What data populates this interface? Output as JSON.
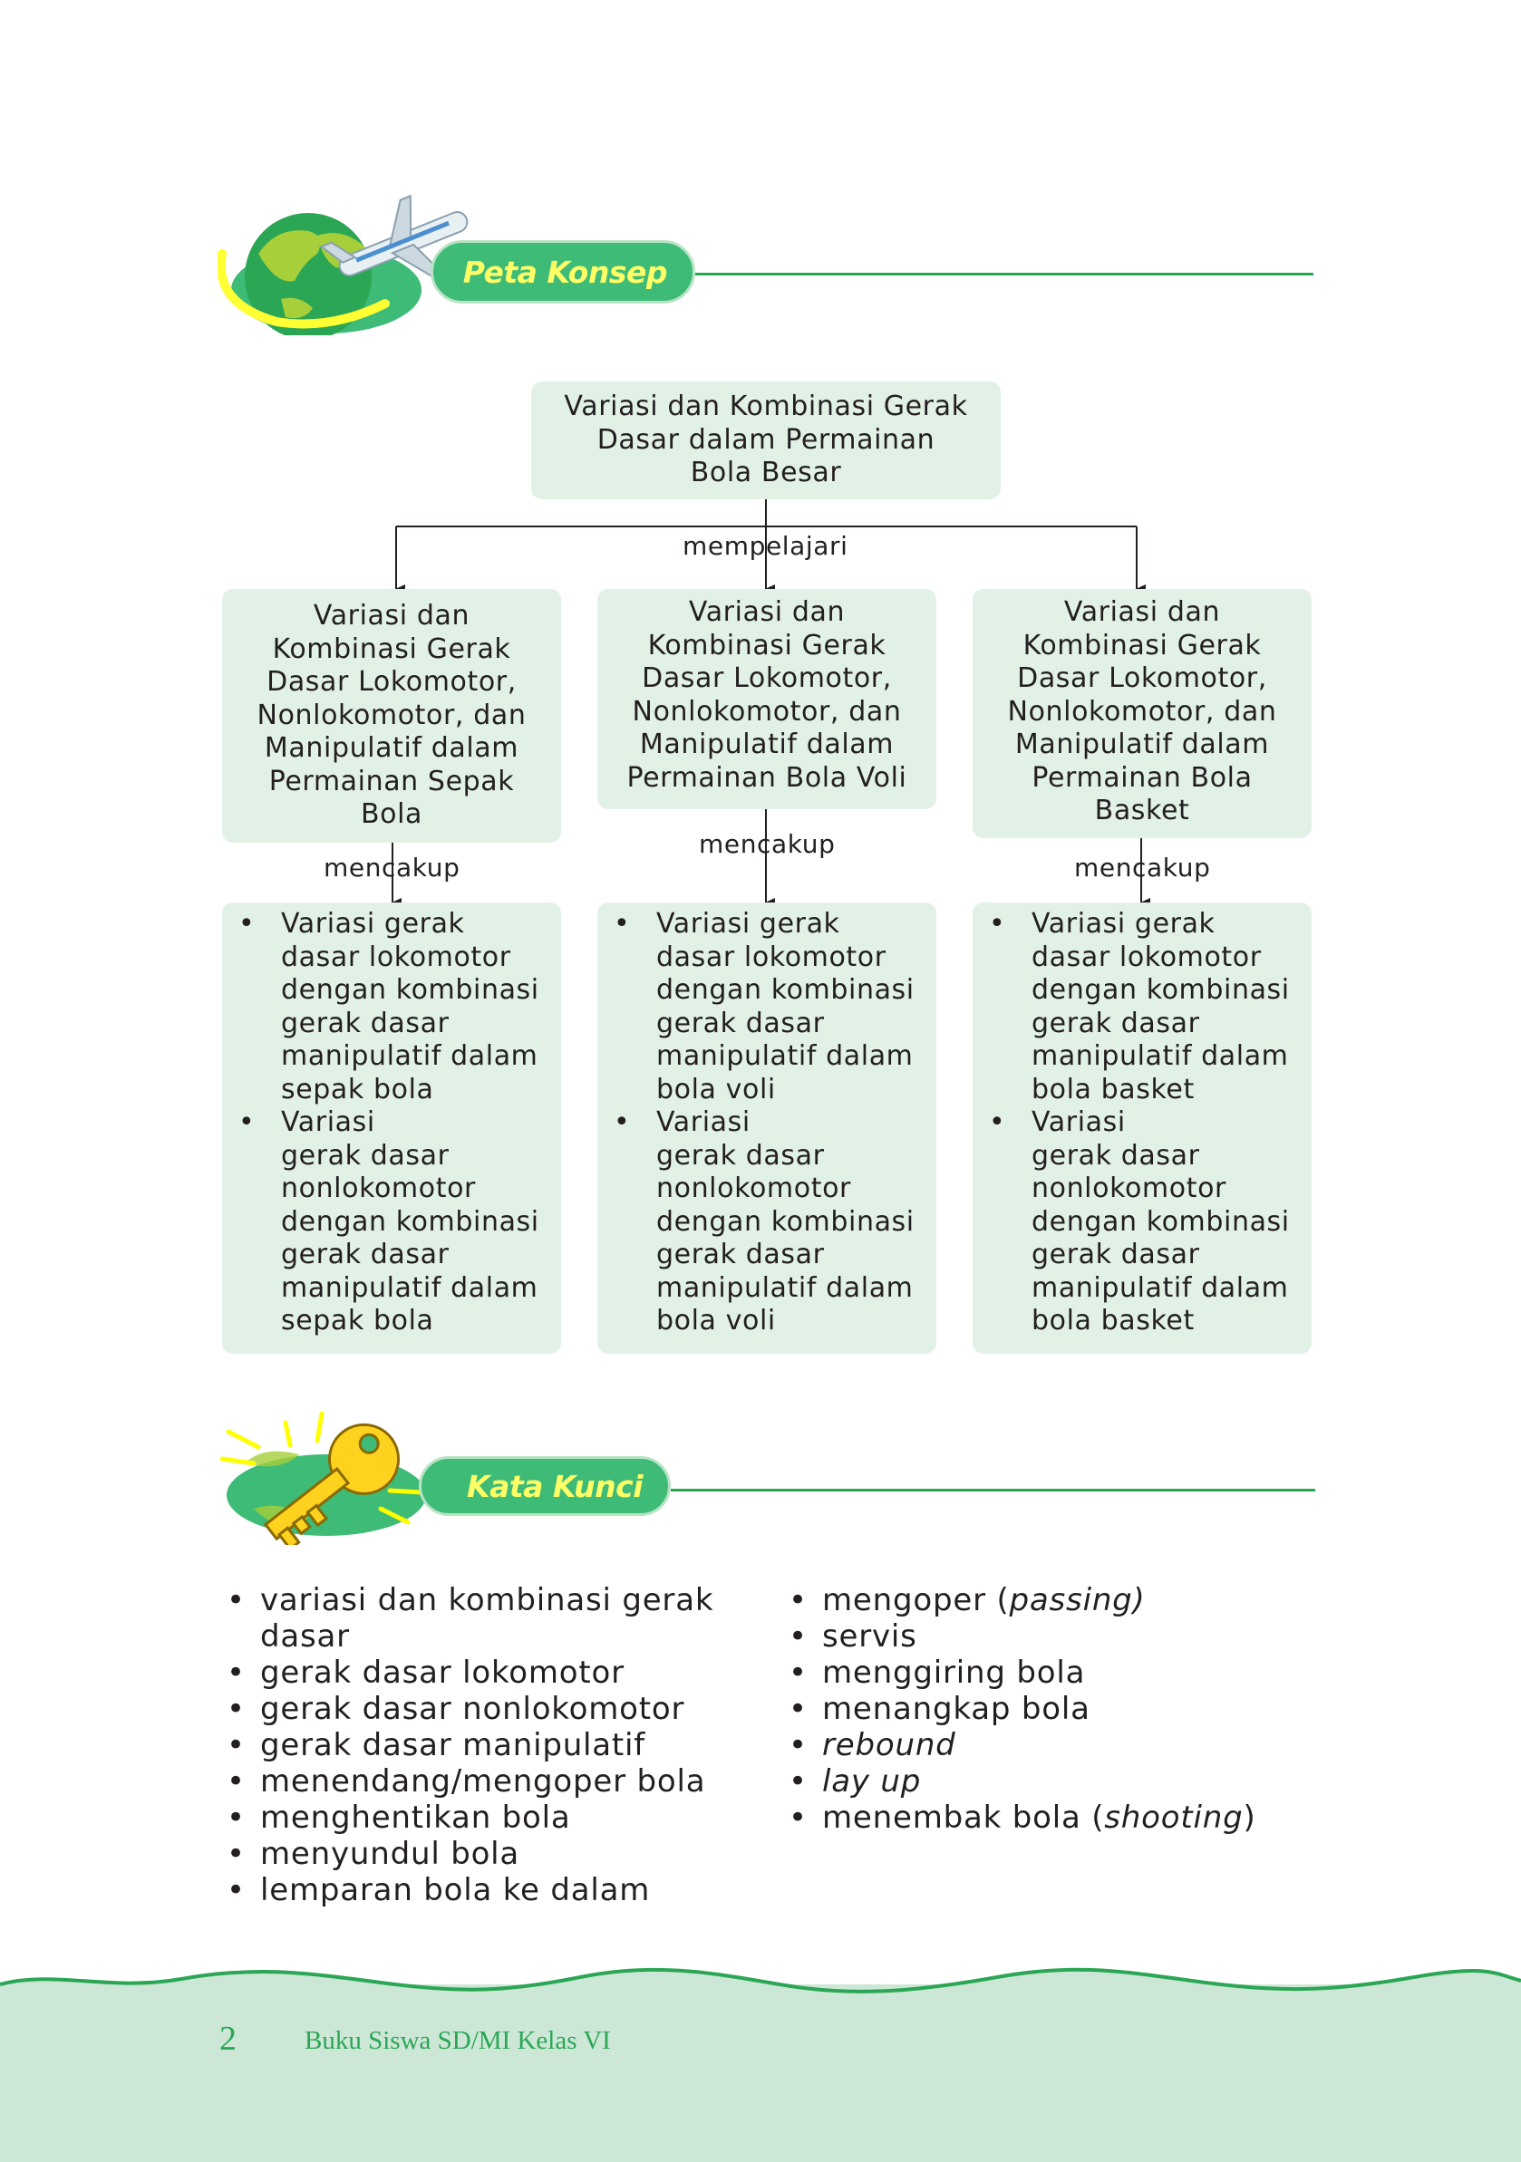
{
  "colors": {
    "accent_green": "#3dbb77",
    "rule_green": "#2aa655",
    "box_fill": "#e2f1e6",
    "banner_text": "#ffff66",
    "footer_fill": "#cde7d6"
  },
  "peta_konsep": {
    "heading": "Peta Konsep",
    "icon": "globe-airplane-icon",
    "root": {
      "lines": [
        "Variasi dan Kombinasi Gerak",
        "Dasar dalam Permainan",
        "Bola Besar"
      ]
    },
    "root_connector_label": "mempelajari",
    "branches": [
      {
        "lines": [
          "Variasi dan",
          "Kombinasi Gerak",
          "Dasar Lokomotor,",
          "Nonlokomotor, dan",
          "Manipulatif dalam",
          "Permainan Sepak",
          "Bola"
        ],
        "connector_label": "mencakup",
        "items": [
          [
            "Variasi gerak",
            "dasar lokomotor",
            "dengan kombinasi",
            "gerak dasar",
            "manipulatif dalam",
            "sepak bola"
          ],
          [
            "Variasi",
            "gerak dasar",
            "nonlokomotor",
            "dengan kombinasi",
            "gerak dasar",
            "manipulatif dalam",
            "sepak bola"
          ]
        ]
      },
      {
        "lines": [
          "Variasi dan",
          "Kombinasi Gerak",
          "Dasar Lokomotor,",
          "Nonlokomotor, dan",
          "Manipulatif dalam",
          "Permainan Bola Voli"
        ],
        "connector_label": "mencakup",
        "items": [
          [
            "Variasi gerak",
            "dasar lokomotor",
            "dengan kombinasi",
            "gerak dasar",
            "manipulatif dalam",
            "bola voli"
          ],
          [
            "Variasi",
            "gerak dasar",
            "nonlokomotor",
            "dengan kombinasi",
            "gerak dasar",
            "manipulatif dalam",
            "bola voli"
          ]
        ]
      },
      {
        "lines": [
          "Variasi dan",
          "Kombinasi Gerak",
          "Dasar Lokomotor,",
          "Nonlokomotor, dan",
          "Manipulatif dalam",
          "Permainan Bola",
          "Basket"
        ],
        "connector_label": "mencakup",
        "items": [
          [
            "Variasi gerak",
            "dasar lokomotor",
            "dengan kombinasi",
            "gerak dasar",
            "manipulatif dalam",
            "bola basket"
          ],
          [
            "Variasi",
            "gerak dasar",
            "nonlokomotor",
            "dengan kombinasi",
            "gerak dasar",
            "manipulatif dalam",
            "bola basket"
          ]
        ]
      }
    ]
  },
  "kata_kunci": {
    "heading": "Kata Kunci",
    "icon": "key-icon",
    "left": [
      {
        "lines": [
          "variasi dan kombinasi gerak",
          "dasar"
        ]
      },
      {
        "lines": [
          "gerak dasar lokomotor"
        ]
      },
      {
        "lines": [
          "gerak dasar nonlokomotor"
        ]
      },
      {
        "lines": [
          "gerak dasar manipulatif"
        ]
      },
      {
        "lines": [
          "menendang/mengoper bola"
        ]
      },
      {
        "lines": [
          "menghentikan bola"
        ]
      },
      {
        "lines": [
          "menyundul bola"
        ]
      },
      {
        "lines": [
          "lemparan bola ke dalam"
        ]
      }
    ],
    "right": [
      {
        "pre": "mengoper (",
        "it": "passing)",
        "post": ""
      },
      {
        "pre": "servis",
        "it": "",
        "post": ""
      },
      {
        "pre": "menggiring bola",
        "it": "",
        "post": ""
      },
      {
        "pre": "menangkap bola",
        "it": "",
        "post": ""
      },
      {
        "pre": "",
        "it": "rebound",
        "post": ""
      },
      {
        "pre": "",
        "it": "lay up",
        "post": ""
      },
      {
        "pre": "menembak bola (",
        "it": "shooting",
        "post": ")"
      }
    ]
  },
  "footer": {
    "page_number": "2",
    "book_title": "Buku Siswa SD/MI Kelas VI"
  }
}
